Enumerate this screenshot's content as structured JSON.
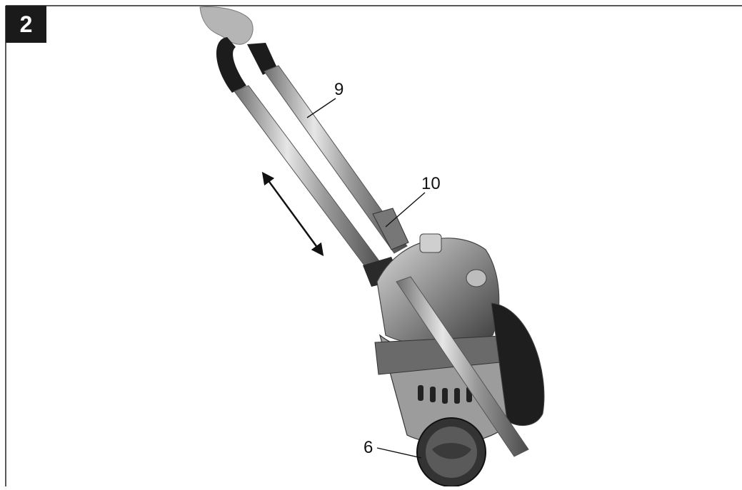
{
  "figure": {
    "number": "2",
    "callouts": {
      "handle": "9",
      "lock": "10",
      "wheel": "6"
    },
    "colors": {
      "badge": "#1a1a1a",
      "line": "#111111"
    },
    "icons": [
      "double-arrow-icon"
    ]
  }
}
